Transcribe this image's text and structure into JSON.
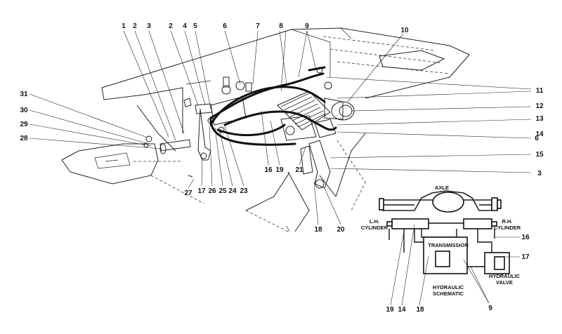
{
  "callouts_top": [
    "1",
    "2",
    "3",
    "2",
    "4",
    "5",
    "6",
    "7",
    "8",
    "9",
    "10"
  ],
  "callouts_right": [
    "11",
    "12",
    "13",
    "14",
    "6",
    "15",
    "3"
  ],
  "callouts_left": [
    "31",
    "30",
    "29",
    "28"
  ],
  "callouts_bottom": [
    "27",
    "17",
    "26",
    "25",
    "24",
    "23",
    "16",
    "19",
    "21",
    "18",
    "20"
  ],
  "schematic": {
    "axle": "AXLE",
    "lh_cylinder_line1": "L.H.",
    "lh_cylinder_line2": "CYLINDER",
    "rh_cylinder_line1": "R.H.",
    "rh_cylinder_line2": "CYLINDER",
    "transmission": "TRANSMISSION",
    "hydraulic_schematic_line1": "HYDRAULIC",
    "hydraulic_schematic_line2": "SCHEMATIC",
    "hydraulic_valve_line1": "HYDRAULIC",
    "hydraulic_valve_line2": "VALVE",
    "callouts": [
      "16",
      "17",
      "19",
      "14",
      "18",
      "9"
    ]
  }
}
